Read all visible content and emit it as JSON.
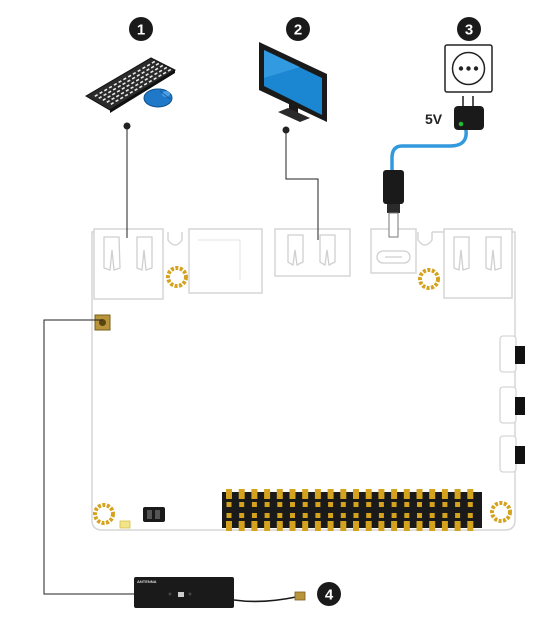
{
  "steps": [
    {
      "number": "1",
      "device": "keyboard-and-mouse"
    },
    {
      "number": "2",
      "device": "monitor"
    },
    {
      "number": "3",
      "device": "power-adapter"
    },
    {
      "number": "4",
      "device": "wifi-antenna"
    }
  ],
  "power": {
    "voltage_label": "5V"
  },
  "antenna": {
    "label": "ANTENNA"
  },
  "colors": {
    "badge": "#1a1a1a",
    "cable": "#3399dd",
    "monitor_screen": "#1b86d1",
    "mouse": "#1f78c8",
    "board_outline": "#d6d6d6",
    "gpio_gold": "#d4a21d",
    "led": "#22bb33"
  }
}
